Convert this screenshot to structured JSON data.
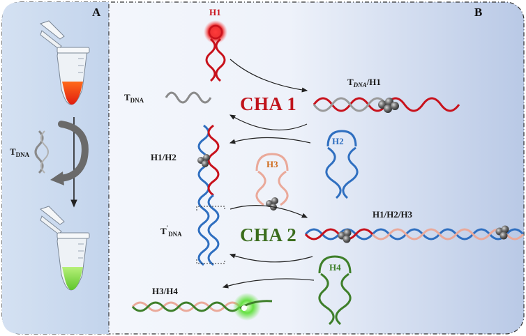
{
  "panels": {
    "a_label": "A",
    "b_label": "B"
  },
  "hairpins": {
    "h1": "H1",
    "h2": "H2",
    "h3": "H3",
    "h4": "H4"
  },
  "labels": {
    "t_dna_main": "T",
    "t_dna_main_sub": "DNA",
    "t_dna_h1": "T",
    "t_dna_h1_sub": "DNA",
    "t_dna_h1_rest": "/H1",
    "h1_h2": "H1/H2",
    "t_prime_dna": "T",
    "t_prime_dna_sup": "'",
    "t_prime_dna_sub": "DNA",
    "h1_h2_h3": "H1/H2/H3",
    "h3_h4": "H3/H4",
    "t_dna_left": "T",
    "t_dna_left_sub": "DNA"
  },
  "reactions": {
    "cha1": "CHA 1",
    "cha2": "CHA 2"
  },
  "colors": {
    "red_strand": "#c8121c",
    "blue_strand": "#2f6fc0",
    "gray_strand": "#8a8a8a",
    "pink_strand": "#eaa99a",
    "green_strand": "#3e7f2a",
    "cha1_text": "#c0141c",
    "cha2_text": "#3b6d1d",
    "panel_a_bg": "#c9d9ee",
    "panel_b_bg_right": "#b9c9e6"
  }
}
